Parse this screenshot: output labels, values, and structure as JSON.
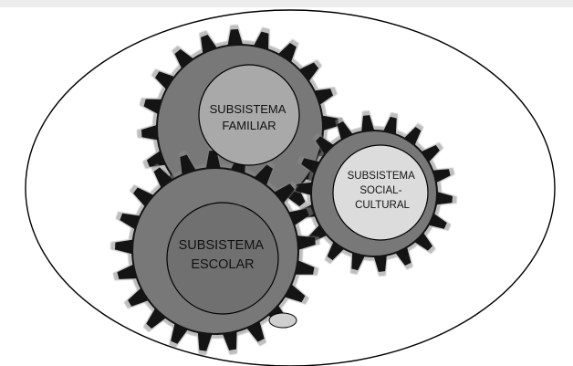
{
  "diagram": {
    "nodes": [
      {
        "id": "familiar",
        "lines": [
          "SUBSISTEMA",
          "FAMILIAR"
        ],
        "fill": "#a9a9a9"
      },
      {
        "id": "social",
        "lines": [
          "SUBSISTEMA",
          "SOCIAL-",
          "CULTURAL"
        ],
        "fill": "#dcdcdc"
      },
      {
        "id": "escolar",
        "lines": [
          "SUBSISTEMA",
          "ESCOLAR"
        ],
        "fill": "#707070"
      }
    ],
    "colors": {
      "border": "#000000",
      "gear_dark": "#141414",
      "gear_mid": "#8a8a8a",
      "background": "#ffffff"
    }
  }
}
